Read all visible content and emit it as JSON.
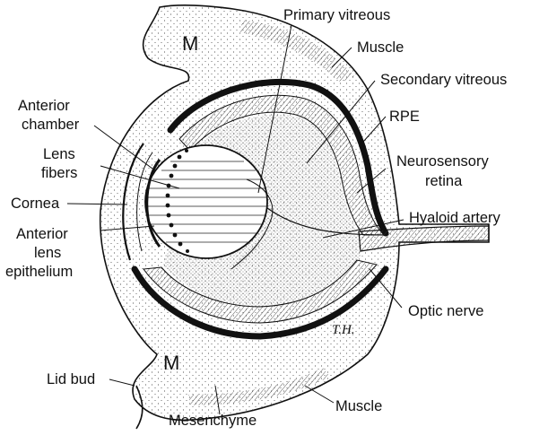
{
  "diagram": {
    "labels": {
      "primary_vitreous": "Primary vitreous",
      "muscle_top": "Muscle",
      "secondary_vitreous": "Secondary vitreous",
      "rpe": "RPE",
      "neurosensory_retina_1": "Neurosensory",
      "neurosensory_retina_2": "retina",
      "hyaloid_artery": "Hyaloid artery",
      "optic_nerve": "Optic nerve",
      "muscle_bottom": "Muscle",
      "mesenchyme": "Mesenchyme",
      "lid_bud": "Lid bud",
      "anterior_chamber_1": "Anterior",
      "anterior_chamber_2": "chamber",
      "lens_fibers_1": "Lens",
      "lens_fibers_2": "fibers",
      "cornea": "Cornea",
      "anterior_lens_epithelium_1": "Anterior",
      "anterior_lens_epithelium_2": "lens",
      "anterior_lens_epithelium_3": "epithelium",
      "m_top": "M",
      "m_bottom": "M",
      "artist_initials": "T.H."
    }
  }
}
